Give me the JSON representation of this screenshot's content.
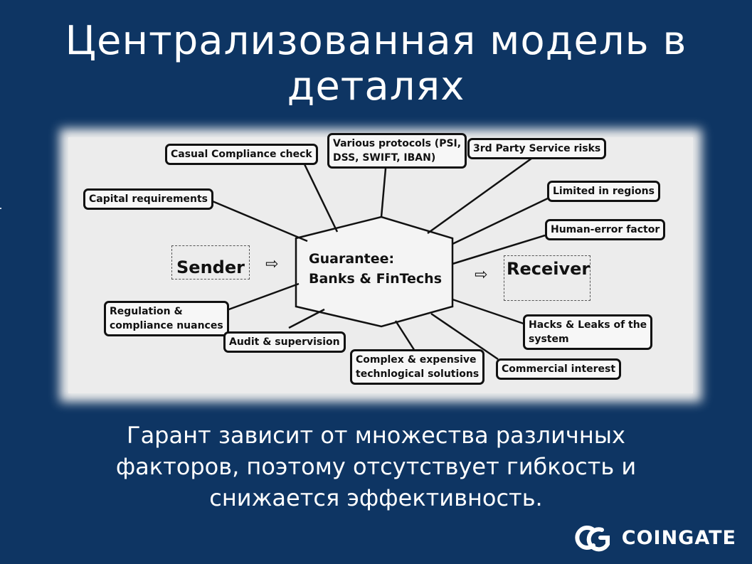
{
  "slide": {
    "title_line1": "Централизованная модель в",
    "title_line2": "деталях",
    "caption_line1": "Гарант зависит от множества различных",
    "caption_line2": "факторов, поэтому отсутствует гибкость и",
    "caption_line3": "снижается эффективность.",
    "background_color": "#0e3563"
  },
  "diagram": {
    "sender": "Sender",
    "receiver": "Receiver",
    "hub_line1": "Guarantee:",
    "hub_line2": "Banks & FinTechs",
    "factors": {
      "casual_compliance": "Casual Compliance check",
      "protocols_line1": "Various protocols (PSI,",
      "protocols_line2": "DSS, SWIFT, IBAN)",
      "third_party": "3rd Party Service risks",
      "capital": "Capital requirements",
      "limited_regions": "Limited in regions",
      "human_error": "Human-error factor",
      "regulation_line1": "Regulation &",
      "regulation_line2": "compliance nuances",
      "audit": "Audit & supervision",
      "complex_line1": "Complex & expensive",
      "complex_line2": "technlogical solutions",
      "hacks_line1": "Hacks & Leaks of the",
      "hacks_line2": "system",
      "commercial": "Commercial interest"
    }
  },
  "logo": {
    "text": "COINGATE"
  }
}
